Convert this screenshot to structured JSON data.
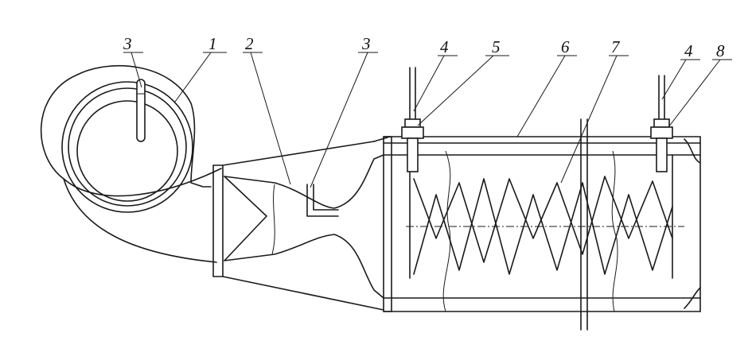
{
  "labels": [
    {
      "id": "callout-3-left",
      "text": "3"
    },
    {
      "id": "callout-1",
      "text": "1"
    },
    {
      "id": "callout-2",
      "text": "2"
    },
    {
      "id": "callout-3-right",
      "text": "3"
    },
    {
      "id": "callout-4-left",
      "text": "4"
    },
    {
      "id": "callout-5",
      "text": "5"
    },
    {
      "id": "callout-6",
      "text": "6"
    },
    {
      "id": "callout-7",
      "text": "7"
    },
    {
      "id": "callout-4-right",
      "text": "4"
    },
    {
      "id": "callout-8",
      "text": "8"
    }
  ]
}
